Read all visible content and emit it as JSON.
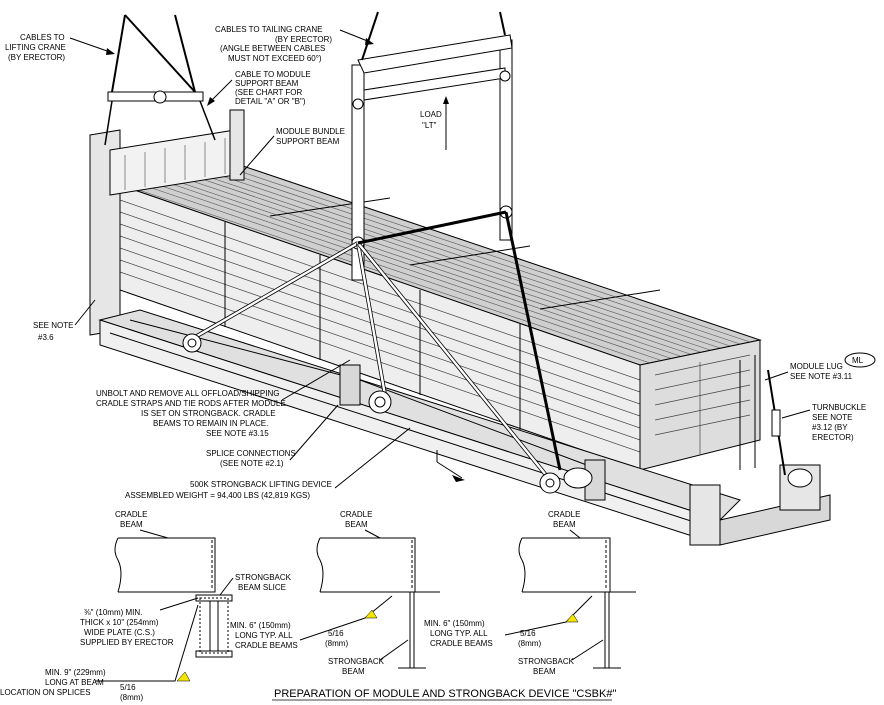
{
  "labels": {
    "cables_lifting": [
      "CABLES TO",
      "LIFTING CRANE",
      "(BY ERECTOR)"
    ],
    "cables_tailing": [
      "CABLES TO TAILING CRANE",
      "(BY ERECTOR)",
      "(ANGLE BETWEEN CABLES",
      "MUST NOT EXCEED 60°)"
    ],
    "cable_module": [
      "CABLE TO MODULE",
      "SUPPORT BEAM",
      "(SEE CHART FOR",
      "DETAIL \"A\" OR \"B\")"
    ],
    "bundle_support": [
      "MODULE BUNDLE",
      "SUPPORT BEAM"
    ],
    "load": [
      "LOAD",
      "\"LT\""
    ],
    "see_note_36": [
      "SEE NOTE",
      "#3.6"
    ],
    "module_lug": [
      "MODULE LUG",
      "SEE NOTE #3.11"
    ],
    "ml_tag": "ML",
    "turnbuckle": [
      "TURNBUCKLE",
      "SEE NOTE",
      "#3.12 (BY",
      "ERECTOR)"
    ],
    "unbolt": [
      "UNBOLT AND REMOVE ALL OFFLOAD/SHIPPING",
      "CRADLE STRAPS AND TIE RODS AFTER MODULE",
      "IS SET ON STRONGBACK. CRADLE",
      "BEAMS TO REMAIN IN PLACE.",
      "SEE NOTE #3.15"
    ],
    "splice": [
      "SPLICE CONNECTIONS",
      "(SEE NOTE #2.1)"
    ],
    "device": [
      "500K STRONGBACK LIFTING DEVICE",
      "ASSEMBLED WEIGHT = 94,400 LBS (42,819 KGS)"
    ]
  },
  "details": {
    "cradle_beam": [
      "CRADLE",
      "BEAM"
    ],
    "strongback_slice": [
      "STRONGBACK",
      "BEAM SLICE"
    ],
    "plate": [
      "⅜\" (10mm) MIN.",
      "THICK x 10\" (254mm)",
      "WIDE PLATE (C.S.)",
      "SUPPLIED BY ERECTOR"
    ],
    "min9": [
      "MIN. 9\" (229mm)",
      "LONG AT BEAM",
      "LOCATION ON SPLICES"
    ],
    "weld": [
      "5/16",
      "(8mm)"
    ],
    "min6": [
      "MIN. 6\" (150mm)",
      "LONG TYP. ALL",
      "CRADLE BEAMS"
    ],
    "strongback_beam": [
      "STRONGBACK",
      "BEAM"
    ]
  },
  "title": "PREPARATION OF MODULE AND STRONGBACK DEVICE \"CSBK#\"",
  "colors": {
    "line": "#000000",
    "weld": "#f5e400",
    "background": "#ffffff"
  }
}
